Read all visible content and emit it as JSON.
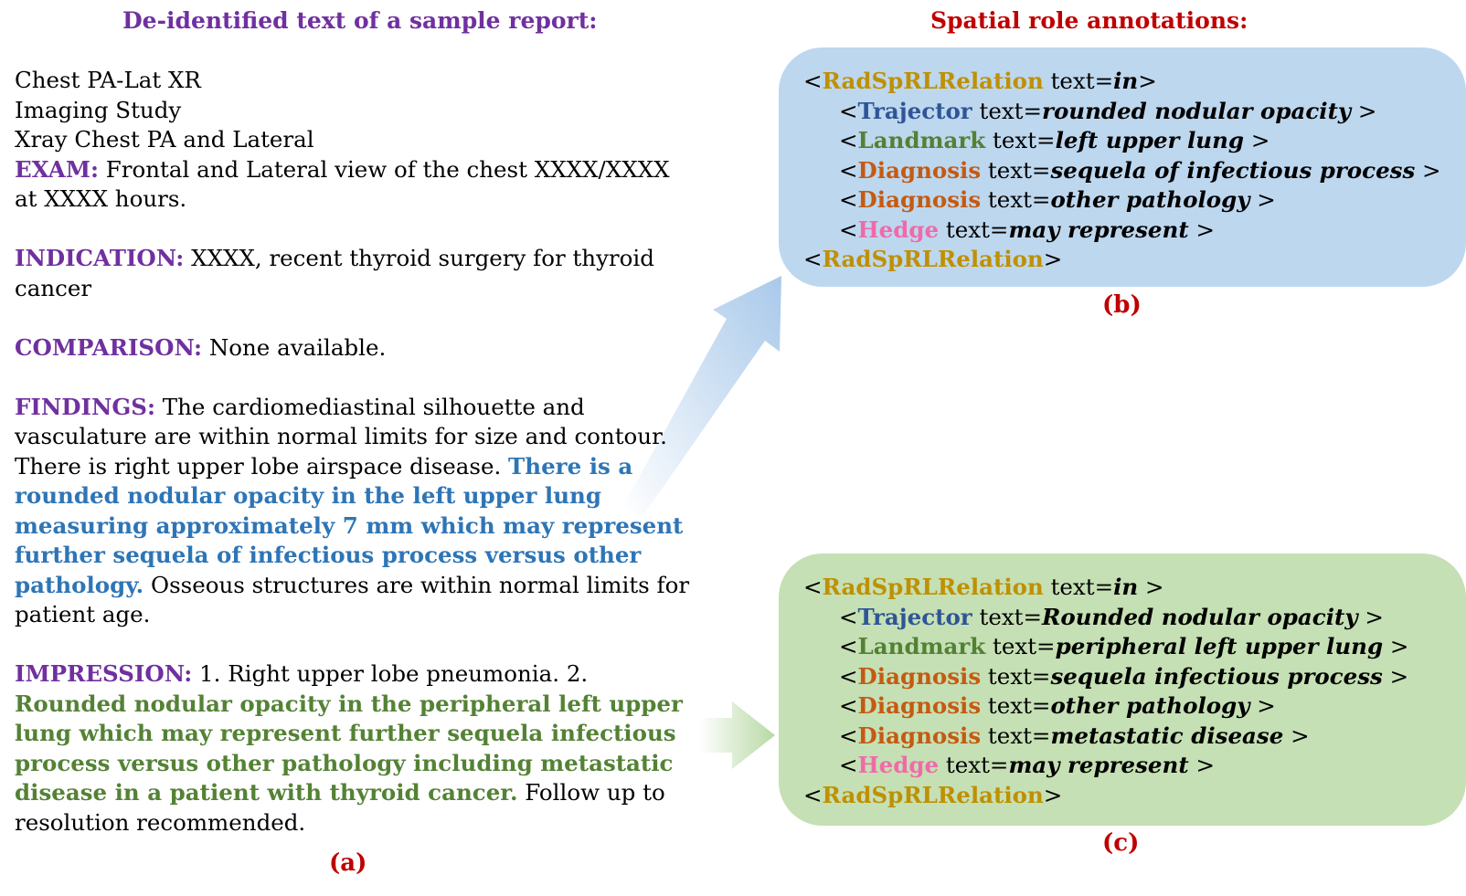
{
  "left_heading": "De-identified text of a sample report:",
  "right_heading": "Spatial role annotations:",
  "report": {
    "l1": "Chest PA-Lat XR",
    "l2": "Imaging Study",
    "l3": "Xray Chest PA and Lateral",
    "exam_label": "EXAM:",
    "exam_text_1": " Frontal and Lateral view of the chest XXXX/XXXX",
    "exam_text_2": "at XXXX hours.",
    "indication_label": "INDICATION:",
    "indication_text_1": " XXXX, recent thyroid surgery for thyroid",
    "indication_text_2": "cancer",
    "comparison_label": "COMPARISON:",
    "comparison_text": "  None available.",
    "findings_label": "FINDINGS:",
    "findings_1": " The cardiomediastinal silhouette and",
    "findings_2": "vasculature are within normal limits for size and contour.",
    "findings_3a": "There is right upper lobe airspace disease. ",
    "findings_3b": "There is a",
    "findings_4": "rounded nodular opacity in the left upper lung",
    "findings_5": "measuring approximately 7 mm which may represent",
    "findings_6": "further sequela of infectious process versus other",
    "findings_7a": "pathology.",
    "findings_7b": " Osseous  structures are within normal limits for",
    "findings_8": "patient age.",
    "impression_label": "IMPRESSION:",
    "impression_1": "   1. Right upper lobe pneumonia. 2.",
    "impression_2": "Rounded nodular opacity in the peripheral left upper",
    "impression_3": "lung which may represent further sequela infectious",
    "impression_4": "process versus other pathology including metastatic",
    "impression_5a": "disease in a patient with thyroid cancer.",
    "impression_5b": " Follow up to",
    "impression_6": "resolution recommended."
  },
  "captions": {
    "a": "(a)",
    "b": "(b)",
    "c": "(c)"
  },
  "panel_b": {
    "r1_open": "<",
    "r1_tag": "RadSpRLRelation",
    "r1_attr": " text=",
    "r1_val": "in",
    "r1_close": ">",
    "r2_open": "<",
    "r2_tag": "Trajector",
    "r2_attr": " text=",
    "r2_val": "rounded nodular opacity",
    "r2_close": " >",
    "r3_open": "<",
    "r3_tag": "Landmark",
    "r3_attr": " text=",
    "r3_val": "left upper lung",
    "r3_close": " >",
    "r4_open": "<",
    "r4_tag": "Diagnosis",
    "r4_attr": " text=",
    "r4_val": "sequela of infectious process",
    "r4_close": " >",
    "r5_open": "<",
    "r5_tag": "Diagnosis",
    "r5_attr": " text=",
    "r5_val": "other pathology",
    "r5_close": " >",
    "r6_open": "<",
    "r6_tag": "Hedge",
    "r6_attr": " text=",
    "r6_val": "may represent",
    "r6_close": " >",
    "r7_open": "<",
    "r7_tag": "RadSpRLRelation",
    "r7_close": ">"
  },
  "panel_c": {
    "r1_open": "<",
    "r1_tag": "RadSpRLRelation",
    "r1_attr": " text=",
    "r1_val": "in",
    "r1_close": " >",
    "r2_open": "<",
    "r2_tag": "Trajector",
    "r2_attr": " text=",
    "r2_val": "Rounded nodular opacity",
    "r2_close": " >",
    "r3_open": "<",
    "r3_tag": "Landmark",
    "r3_attr": " text=",
    "r3_val": "peripheral left upper lung",
    "r3_close": " >",
    "r4_open": "<",
    "r4_tag": "Diagnosis",
    "r4_attr": " text=",
    "r4_val": "sequela infectious process",
    "r4_close": " >",
    "r5_open": "<",
    "r5_tag": "Diagnosis",
    "r5_attr": " text=",
    "r5_val": "other pathology",
    "r5_close": " >",
    "r6_open": "<",
    "r6_tag": "Diagnosis",
    "r6_attr": " text=",
    "r6_val": "metastatic disease",
    "r6_close": " >",
    "r7_open": "<",
    "r7_tag": "Hedge",
    "r7_attr": " text=",
    "r7_val": "may represent",
    "r7_close": " >",
    "r8_open": "<",
    "r8_tag": "RadSpRLRelation",
    "r8_close": ">"
  },
  "colors": {
    "section_label": "#7030a0",
    "caption": "#c00000",
    "blue_highlight": "#2e75b6",
    "green_highlight": "#548235",
    "panel_b_bg": "#bdd7ee",
    "panel_c_bg": "#c5e0b4"
  }
}
